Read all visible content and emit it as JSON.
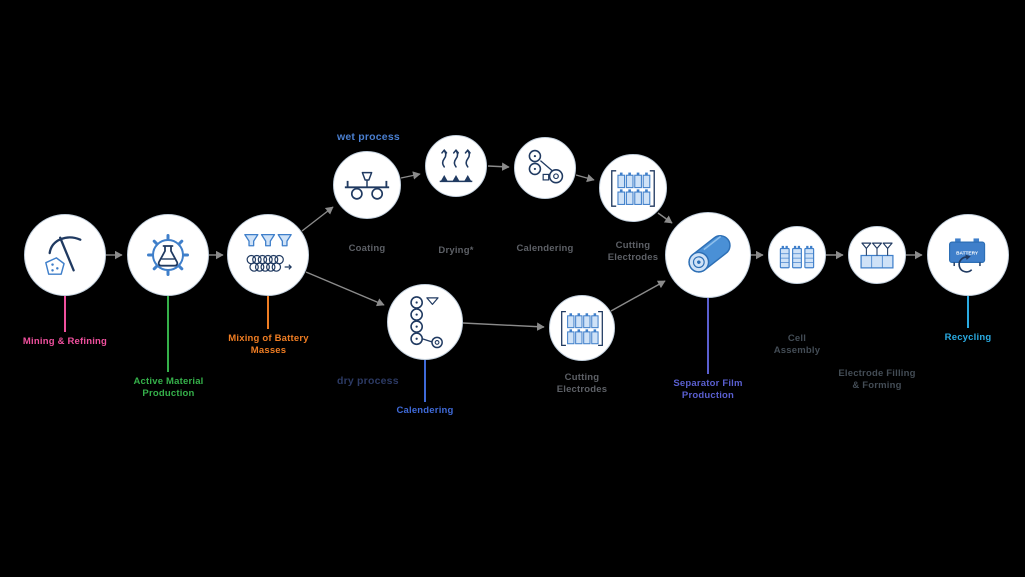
{
  "diagram": {
    "background": "#000000",
    "colors": {
      "circle_fill": "#ffffff",
      "circle_border": "#c3d0dd",
      "icon_blue": "#3f7fca",
      "icon_dark": "#203a61",
      "arrow": "#8b8b8b"
    },
    "branch_labels": {
      "wet": {
        "text": "wet process",
        "color": "#4a7fd0"
      },
      "dry": {
        "text": "dry process",
        "color": "#2c3a64"
      }
    },
    "nodes": {
      "mining": {
        "label": "Mining & Refining",
        "label_color": "#f0509e",
        "icon": "pickaxe-icon"
      },
      "active": {
        "label": "Active Material Production",
        "label_color": "#35b04a",
        "icon": "gear-flask-icon"
      },
      "mixing": {
        "label": "Mixing of Battery Masses",
        "label_color": "#ef7d23",
        "icon": "mixing-funnels-icon"
      },
      "coating": {
        "label": "Coating",
        "label_color": "#5d6066",
        "icon": "coater-icon"
      },
      "drying": {
        "label": "Drying*",
        "label_color": "#5d6066",
        "icon": "heat-arrows-icon"
      },
      "calendering_wet": {
        "label": "Calendering",
        "label_color": "#5d6066",
        "icon": "rollers-icon"
      },
      "cutting_wet": {
        "label": "Cutting Electrodes",
        "label_color": "#5d6066",
        "icon": "electrode-sheets-icon"
      },
      "calendering_dry": {
        "label": "Calendering",
        "label_color": "#3f6ad8",
        "icon": "roller-stack-icon"
      },
      "cutting_dry": {
        "label": "Cutting Electrodes",
        "label_color": "#5d6066",
        "icon": "electrode-sheets-icon"
      },
      "separator": {
        "label": "Separator Film Production",
        "label_color": "#5a5fd0",
        "icon": "film-roll-icon"
      },
      "cell": {
        "label": "Cell Assembly",
        "label_color": "#434c55",
        "icon": "battery-cells-icon"
      },
      "filling": {
        "label": "Electrode Filling & Forming",
        "label_color": "#434c55",
        "icon": "filling-machine-icon"
      },
      "recycling": {
        "label": "Recycling",
        "label_color": "#2aabe2",
        "icon": "recycle-battery-icon",
        "icon_text": "BATTERY"
      }
    }
  }
}
